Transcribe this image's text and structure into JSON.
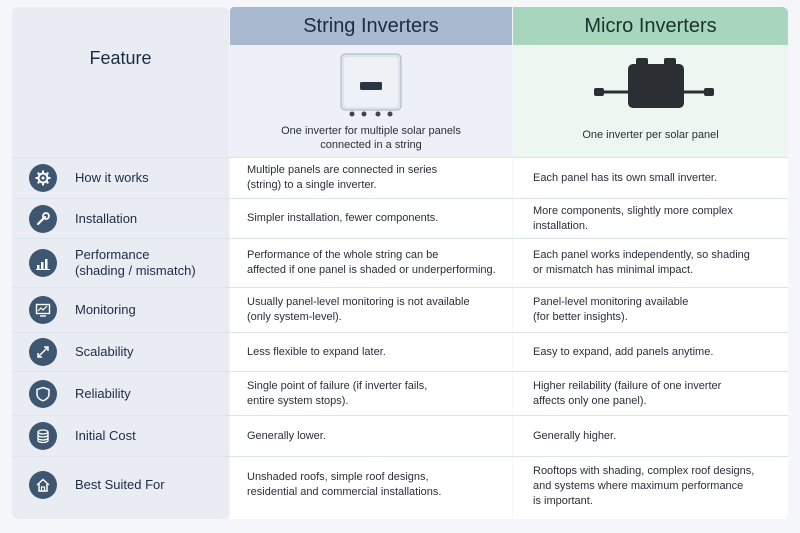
{
  "headers": {
    "feature": "Feature",
    "string": "String Inverters",
    "micro": "Micro Inverters"
  },
  "captions": {
    "string": "One inverter for multiple solar panels\nconnected in a string",
    "micro": "One inverter per solar panel"
  },
  "rows": [
    {
      "icon": "gear-icon",
      "feature": "How it works",
      "string": "Multiple panels are connected in series\n(string) to a single inverter.",
      "micro": "Each panel has its own small inverter."
    },
    {
      "icon": "wrench-icon",
      "feature": "Installation",
      "string": "Simpler installation, fewer components.",
      "micro": "More components, slightly more complex\ninstallation."
    },
    {
      "icon": "bar-chart-icon",
      "feature": "Performance\n(shading / mismatch)",
      "string": "Performance of the whole string can be\naffected if one panel is shaded or underperforming.",
      "micro": "Each panel works independently, so shading\nor mismatch has minimal impact."
    },
    {
      "icon": "monitor-icon",
      "feature": "Monitoring",
      "string": "Usually panel-level monitoring is not available\n(only system-level).",
      "micro": "Panel-level monitoring available\n(for better insights)."
    },
    {
      "icon": "expand-arrows-icon",
      "feature": "Scalability",
      "string": "Less flexible to expand later.",
      "micro": "Easy to expand, add panels anytime."
    },
    {
      "icon": "shield-icon",
      "feature": "Reliability",
      "string": "Single point of failure (if inverter fails,\nentire system stops).",
      "micro": "Higher reilability (failure of one inverter\naffects only one panel)."
    },
    {
      "icon": "coin-stack-icon",
      "feature": "Initial Cost",
      "string": "Generally lower.",
      "micro": "Generally higher."
    },
    {
      "icon": "house-icon",
      "feature": "Best Suited For",
      "string": "Unshaded roofs, simple roof designs,\nresidential and commercial installations.",
      "micro": "Rooftops with shading, complex roof designs,\nand systems where maximum performance\nis important."
    }
  ]
}
